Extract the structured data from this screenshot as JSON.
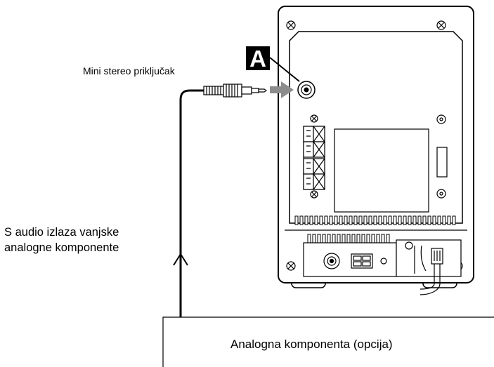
{
  "labels": {
    "jack": "Mini stereo priključak",
    "source_line1": "S audio izlaza vanjske",
    "source_line2": "analogne komponente",
    "component": "Analogna komponenta (opcija)",
    "marker": "A"
  },
  "colors": {
    "line": "#000000",
    "arrow": "#8c8c8c",
    "marker_bg": "#000000",
    "marker_text": "#ffffff"
  }
}
